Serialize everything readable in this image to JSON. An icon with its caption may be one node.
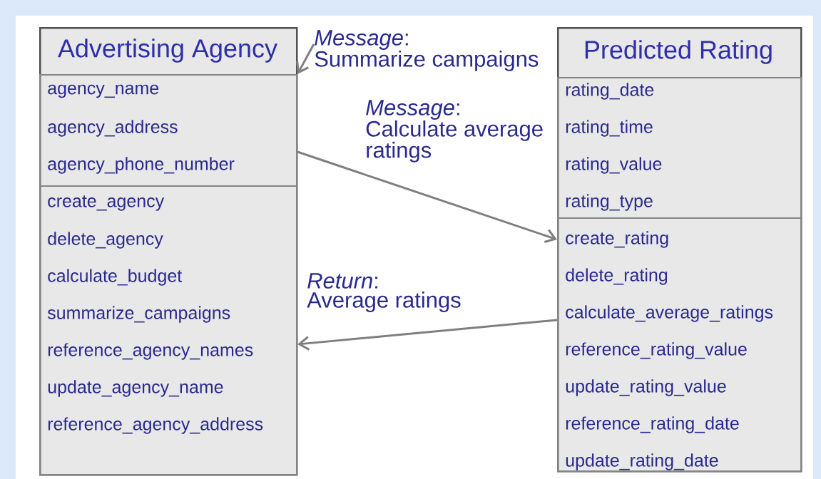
{
  "diagram": {
    "nodes": [
      {
        "text": [
          "Advertising Agency"
        ]
      },
      {
        "text": [
          "agency_name",
          "agency_address",
          "agency_phone_number"
        ],
        "in": 0
      },
      {
        "text": [
          "create_agency",
          "delete_agency",
          "calculate_budget",
          "summarize_campaigns",
          "reference_agency_names",
          "update_agency_name",
          "reference_agency_address"
        ],
        "in": 0
      },
      {
        "text": [
          "Predicted Rating"
        ]
      },
      {
        "text": [
          "rating_date",
          "rating_time",
          "rating_value",
          "rating_type"
        ],
        "in": 3
      },
      {
        "text": [
          "create_rating",
          "delete_rating",
          "calculate_average_ratings",
          "reference_rating_value",
          "update_rating_value",
          "reference_rating_date",
          "update_rating_date"
        ],
        "in": 3
      }
    ],
    "edges": [
      {
        "from": null,
        "to": 1,
        "arrow": "to",
        "label": "*Message*: Summarize campaigns"
      },
      {
        "from": 1,
        "to": 5,
        "arrow": "to",
        "label": "*Message*: Calculate average ratings"
      },
      {
        "from": 5,
        "to": 2,
        "arrow": "to",
        "label": "*Return*: Average ratings"
      }
    ]
  }
}
